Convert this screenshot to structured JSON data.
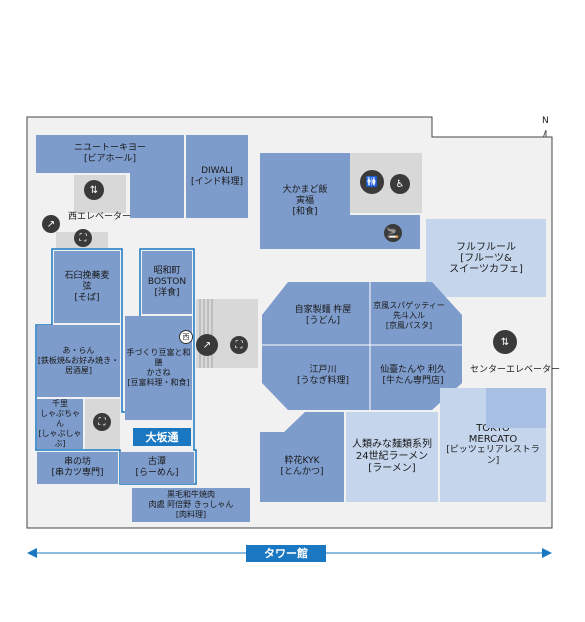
{
  "north": "N",
  "shops": {
    "newtokyo": {
      "name": "ニユートーキヨー",
      "cat": "[ビアホール]"
    },
    "diwali": {
      "name": "DIWALI",
      "cat": "[インド料理]"
    },
    "okamado": {
      "name1": "大かまど飯",
      "name2": "寅福",
      "cat": "[和食]"
    },
    "ishiusu": {
      "name1": "石臼挽蕎麦",
      "name2": "弦",
      "cat": "[そば]"
    },
    "aran": {
      "name": "あ・らん",
      "cat1": "[鉄板焼&お好み焼き・",
      "cat2": "居酒屋]"
    },
    "chisato": {
      "name1": "千里",
      "name2": "しゃぶちゃん",
      "cat": "[しゃぶしゃぶ]"
    },
    "kushi": {
      "name": "串の坊",
      "cat": "[串カツ専門]"
    },
    "kocho": {
      "name": "古潭",
      "cat": "[らーめん]"
    },
    "showa": {
      "name1": "昭和町",
      "name2": "BOSTON",
      "cat": "[洋食]"
    },
    "kasane": {
      "name1": "手づくり豆富と和膳",
      "name2": "かさね",
      "cat": "[豆富料理・和食]"
    },
    "kuroge": {
      "name1": "黒毛和牛焼肉",
      "name2": "肉處 阿倍野 きっしゃん",
      "cat": "[肉料理]"
    },
    "jinen": {
      "name": "自家製麺 杵屋",
      "cat": "[うどん]"
    },
    "kyofu": {
      "name1": "京風スパゲッティー",
      "name2": "先斗入ル",
      "cat": "[京風パスタ]"
    },
    "edogawa": {
      "name": "江戸川",
      "cat": "[うなぎ料理]"
    },
    "rikyu": {
      "name": "仙臺たんや 利久",
      "cat": "[牛たん専門店]"
    },
    "fruits": {
      "name": "フルフルール",
      "cat1": "[フルーツ&",
      "cat2": "スイーツカフェ]"
    },
    "katsukura": {
      "name": "粋花KYK",
      "cat": "[とんかつ]"
    },
    "jinrui": {
      "name1": "人類みな麺類系列",
      "name2": "24世紀ラーメン",
      "cat": "[ラーメン]"
    },
    "mercato": {
      "name1": "TOKYO",
      "name2": "MERCATO",
      "cat": "[ピッツェリアレストラン]"
    }
  },
  "labels": {
    "west_elevator": "西エレベーター",
    "center_elevator": "センターエレベーター",
    "west_mark": "西",
    "osaka_dori": "大坂通",
    "tower": "タワー館"
  },
  "colors": {
    "shop": "#7d9bcb",
    "light": "#c5d5ec",
    "accent": "#1a78c2"
  }
}
